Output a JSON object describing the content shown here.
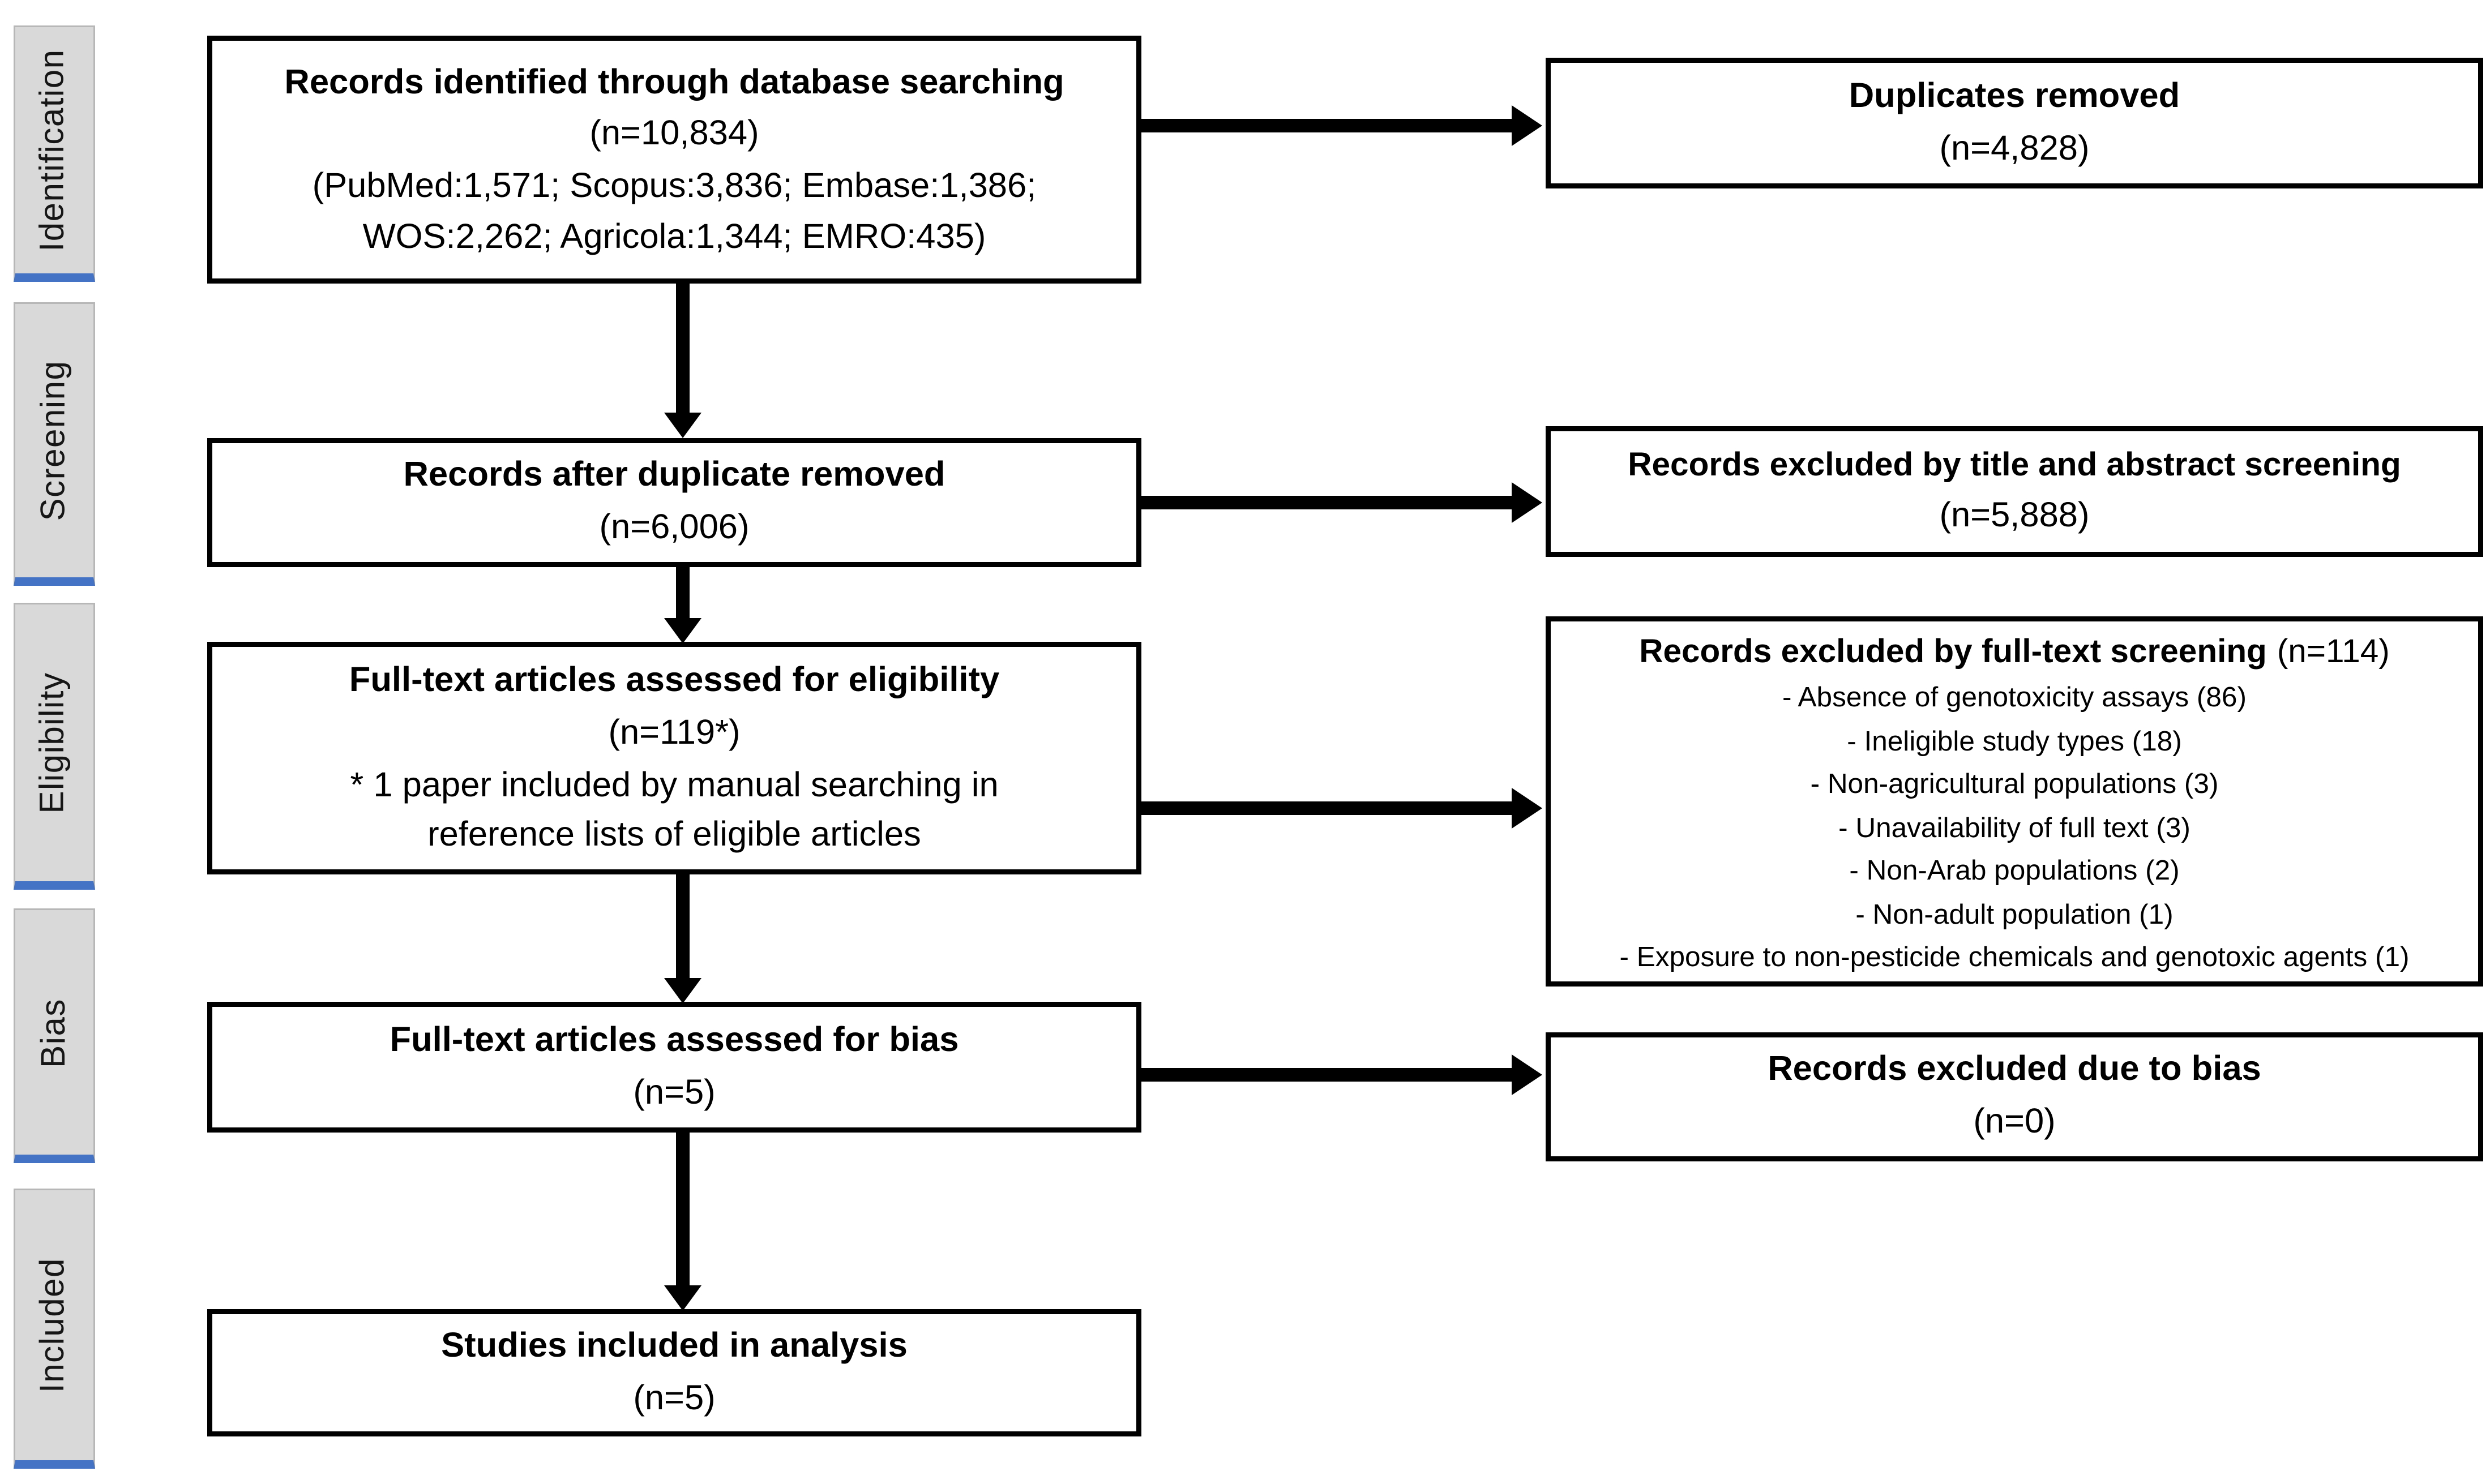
{
  "colors": {
    "sidebar_fill": "#d9d9d9",
    "sidebar_accent": "#4472c4",
    "box_border": "#000000",
    "background": "#ffffff"
  },
  "sidebar": {
    "items": [
      {
        "label": "Identification"
      },
      {
        "label": "Screening"
      },
      {
        "label": "Eligibility"
      },
      {
        "label": "Bias"
      },
      {
        "label": "Included"
      }
    ]
  },
  "flow": {
    "left": [
      {
        "title": "Records identified through database searching",
        "n": "(n=10,834)",
        "detail": "(PubMed:1,571; Scopus:3,836; Embase:1,386; WOS:2,262; Agricola:1,344; EMRO:435)"
      },
      {
        "title": "Records after duplicate removed",
        "n": "(n=6,006)"
      },
      {
        "title": "Full-text articles assessed for eligibility",
        "n": "(n=119*)",
        "footnote": "* 1 paper included by manual searching in reference lists of eligible articles"
      },
      {
        "title": "Full-text articles assessed for bias",
        "n": "(n=5)"
      },
      {
        "title": "Studies included in analysis",
        "n": "(n=5)"
      }
    ],
    "right": [
      {
        "title": "Duplicates removed",
        "n": "(n=4,828)"
      },
      {
        "title": "Records excluded by title and abstract screening",
        "n": "(n=5,888)"
      },
      {
        "title": "Records excluded by full-text screening",
        "n_inline": "(n=114)",
        "items": [
          "- Absence of genotoxicity assays (86)",
          "- Ineligible study types (18)",
          "- Non-agricultural populations (3)",
          "- Unavailability of full text (3)",
          "- Non-Arab populations (2)",
          "- Non-adult population (1)",
          "- Exposure to non-pesticide chemicals and genotoxic agents (1)"
        ]
      },
      {
        "title": "Records excluded due to bias",
        "n": "(n=0)"
      }
    ]
  }
}
